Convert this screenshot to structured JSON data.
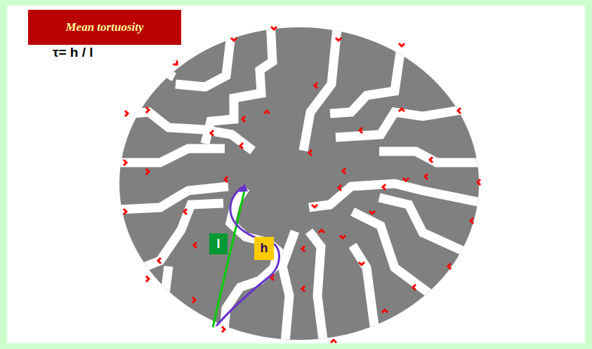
{
  "diagram": {
    "nodes": [
      {
        "text": [
          "Mean tortuosity"
        ]
      },
      {
        "text": [
          "l"
        ]
      },
      {
        "text": [
          "h"
        ]
      }
    ],
    "labels": [
      "τ= h / l"
    ]
  }
}
